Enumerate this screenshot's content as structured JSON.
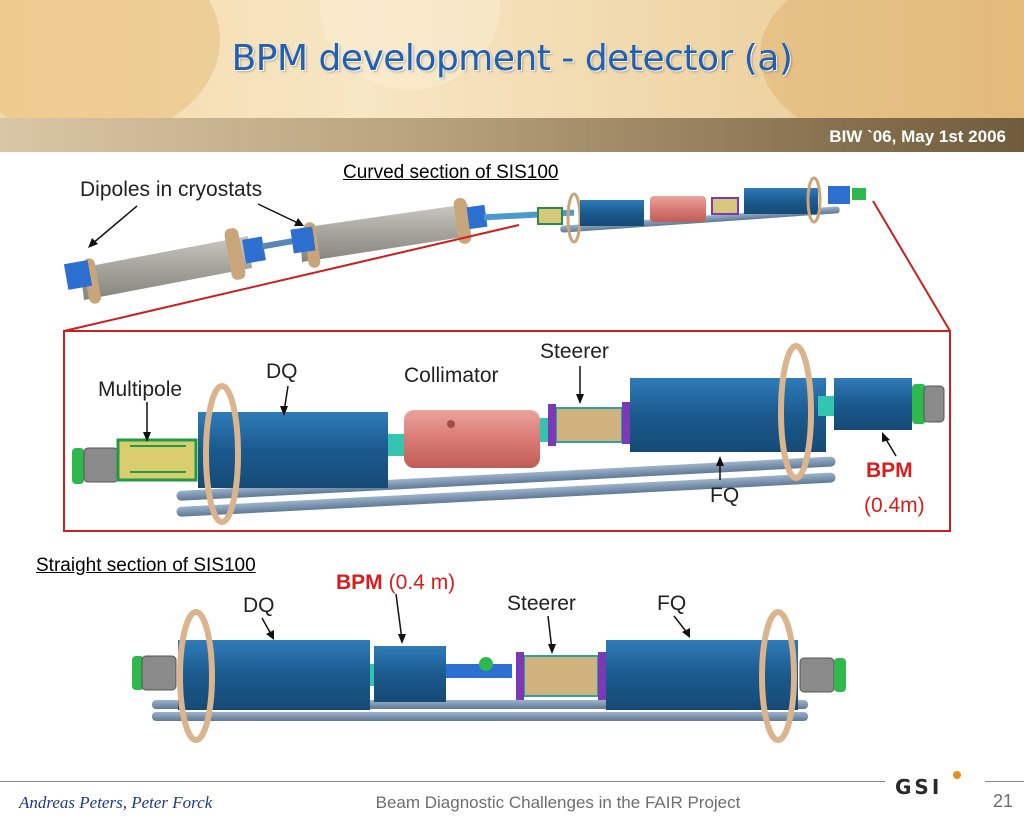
{
  "slide": {
    "title": "BPM development - detector (a)",
    "conference": "BIW `06, May 1st 2006",
    "footer_authors": "Andreas Peters, Peter Forck",
    "footer_talk": "Beam Diagnostic Challenges in the FAIR Project",
    "page_number": "21",
    "logo_text": "GSI"
  },
  "curved_section": {
    "caption": "Curved section of SIS100",
    "label_dipoles": "Dipoles in cryostats"
  },
  "detail": {
    "label_multipole": "Multipole",
    "label_dq": "DQ",
    "label_collimator": "Collimator",
    "label_steerer": "Steerer",
    "label_fq": "FQ",
    "label_bpm": "BPM",
    "label_bpm_length": "(0.4m)"
  },
  "straight_section": {
    "caption": "Straight section of SIS100",
    "label_bpm": "BPM",
    "label_bpm_length": "(0.4 m)",
    "label_dq": "DQ",
    "label_steerer": "Steerer",
    "label_fq": "FQ"
  },
  "colors": {
    "title_blue": "#1f5fb5",
    "magnet_blue": "#1d5f92",
    "collimator_red": "#d97a74",
    "dipole_gray": "#a8a8a0",
    "frame_red": "#cc1f1f",
    "bpm_red": "#d91c1c"
  }
}
